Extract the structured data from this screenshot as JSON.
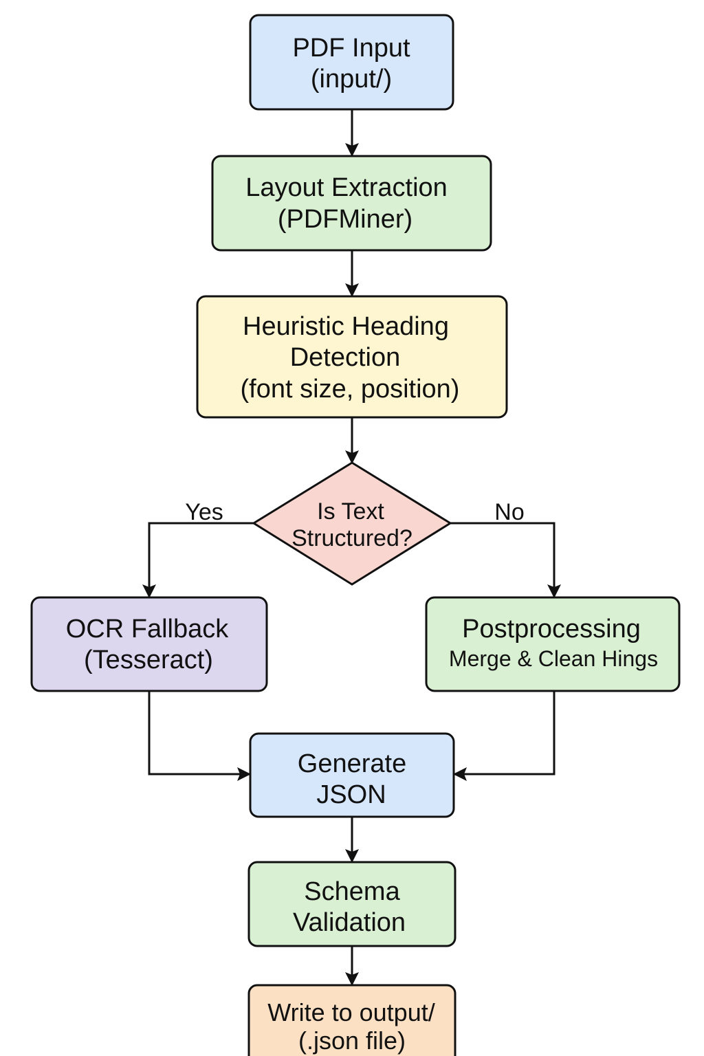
{
  "colors": {
    "stroke": "#111111",
    "blue": "#d6e6fb",
    "green": "#d9f0d3",
    "yellow": "#fdf6d1",
    "pink": "#f9d6d0",
    "purple": "#dcd7ee",
    "orange": "#fce0c4"
  },
  "nodes": {
    "pdf_input": {
      "line1": "PDF Input",
      "line2": "(input/)"
    },
    "layout_extraction": {
      "line1": "Layout Extraction",
      "line2": "(PDFMiner)"
    },
    "heuristic_detection": {
      "line1": "Heuristic Heading",
      "line2": "Detection",
      "line3": "(font size, position)"
    },
    "decision": {
      "line1": "Is Text",
      "line2": "Structured?"
    },
    "ocr_fallback": {
      "line1": "OCR Fallback",
      "line2": "(Tesseract)"
    },
    "postprocessing": {
      "line1": "Postprocessing",
      "line2": "Merge & Clean Hings"
    },
    "generate_json": {
      "line1": "Generate",
      "line2": "JSON"
    },
    "schema_validation": {
      "line1": "Schema",
      "line2": "Validation"
    },
    "write_output": {
      "line1": "Write to output/",
      "line2": "(.json file)"
    }
  },
  "edge_labels": {
    "yes": "Yes",
    "no": "No"
  }
}
